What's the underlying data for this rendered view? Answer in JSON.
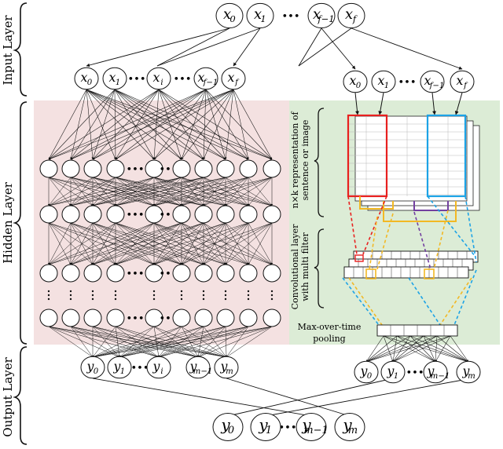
{
  "layers": {
    "input": "Input Layer",
    "hidden": "Hidden Layer",
    "output": "Output Layer"
  },
  "top_inputs": [
    {
      "v": "x",
      "s": "0"
    },
    {
      "v": "x",
      "s": "1"
    },
    {
      "v": "•••",
      "s": ""
    },
    {
      "v": "x",
      "s": "f−1"
    },
    {
      "v": "x",
      "s": "f"
    }
  ],
  "left_inputs": [
    {
      "v": "x",
      "s": "0"
    },
    {
      "v": "x",
      "s": "1"
    },
    {
      "v": "•••",
      "s": ""
    },
    {
      "v": "x",
      "s": "i"
    },
    {
      "v": "•••",
      "s": ""
    },
    {
      "v": "x",
      "s": "f−1"
    },
    {
      "v": "x",
      "s": "f"
    }
  ],
  "right_inputs": [
    {
      "v": "x",
      "s": "0"
    },
    {
      "v": "x",
      "s": "1"
    },
    {
      "v": "•••",
      "s": ""
    },
    {
      "v": "x",
      "s": "f−1"
    },
    {
      "v": "x",
      "s": "f"
    }
  ],
  "left_outputs": [
    {
      "v": "y",
      "s": "0"
    },
    {
      "v": "y",
      "s": "1"
    },
    {
      "v": "•••",
      "s": ""
    },
    {
      "v": "y",
      "s": "i"
    },
    {
      "v": "y",
      "s": "m−1"
    },
    {
      "v": "y",
      "s": "m"
    }
  ],
  "right_outputs": [
    {
      "v": "y",
      "s": "0"
    },
    {
      "v": "y",
      "s": "1"
    },
    {
      "v": "•••",
      "s": ""
    },
    {
      "v": "y",
      "s": "m−1"
    },
    {
      "v": "y",
      "s": "m"
    }
  ],
  "bottom_outputs": [
    {
      "v": "y",
      "s": "0"
    },
    {
      "v": "y",
      "s": "1"
    },
    {
      "v": "•••",
      "s": ""
    },
    {
      "v": "y",
      "s": "m−1"
    },
    {
      "v": "y",
      "s": "m"
    }
  ],
  "cnn_labels": {
    "rep1": "n×k representation of",
    "rep2": "sentence or image",
    "conv1": "Convolutional layer",
    "conv2": "with multi filter",
    "pool1": "Max-over-time",
    "pool2": "pooling"
  },
  "colors": {
    "dnn_bg": "#f4e1e1",
    "cnn_bg": "#dcecd6",
    "red_filter": "#e8201f",
    "blue_filter": "#1ca3e6",
    "yellow_filter": "#f2b824",
    "purple_filter": "#7340a0"
  }
}
